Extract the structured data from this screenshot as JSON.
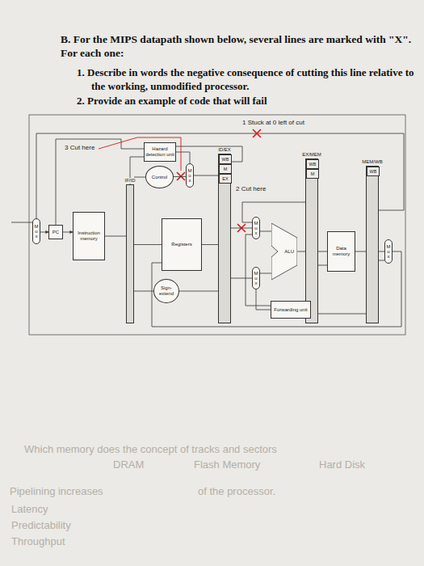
{
  "diagram": {
    "title": "B. For the MIPS datapath shown below, several lines are marked with \"X\". For each one:",
    "nodes": [
      {
        "text": [
          "Hazard detection unit"
        ]
      },
      {
        "text": [
          "Control"
        ]
      },
      {
        "text": [
          "ID/EX"
        ]
      },
      {
        "text": [
          "WB"
        ],
        "in": 2
      },
      {
        "text": [
          "M"
        ],
        "in": 2
      },
      {
        "text": [
          "EX"
        ],
        "in": 2
      },
      {
        "text": [
          "EX/MEM"
        ]
      },
      {
        "text": [
          "WB"
        ],
        "in": 6
      },
      {
        "text": [
          "M"
        ],
        "in": 6
      },
      {
        "text": [
          "MEM/WB"
        ]
      },
      {
        "text": [
          "WB"
        ],
        "in": 9
      },
      {
        "text": [
          "IF/ID"
        ]
      },
      {
        "text": [
          "M u x"
        ]
      },
      {
        "text": [
          "PC"
        ]
      },
      {
        "text": [
          "Instruction memory"
        ]
      },
      {
        "text": [
          "Registers"
        ]
      },
      {
        "text": [
          "Sign-extend"
        ]
      },
      {
        "text": [
          "M u x"
        ]
      },
      {
        "text": [
          "M u x"
        ]
      },
      {
        "text": [
          "M u x"
        ]
      },
      {
        "text": [
          "ALU"
        ]
      },
      {
        "text": [
          "Forwarding unit"
        ]
      },
      {
        "text": [
          "Data memory"
        ]
      },
      {
        "text": [
          "M u x"
        ]
      }
    ],
    "edges": [
      {
        "from": 12,
        "to": 13,
        "arrow": "to"
      },
      {
        "from": 13,
        "to": 14,
        "arrow": "to"
      },
      {
        "from": 14,
        "to": 11,
        "arrow": "none"
      },
      {
        "from": 11,
        "to": 15,
        "arrow": "none"
      },
      {
        "from": 11,
        "to": 16,
        "arrow": "none"
      },
      {
        "from": 1,
        "to": 17,
        "arrow": "none"
      },
      {
        "from": 17,
        "to": 2,
        "arrow": "none"
      },
      {
        "from": 15,
        "to": 2,
        "arrow": "none"
      },
      {
        "from": 16,
        "to": 2,
        "arrow": "none"
      },
      {
        "from": 2,
        "to": 18,
        "arrow": "none"
      },
      {
        "from": 2,
        "to": 19,
        "arrow": "none"
      },
      {
        "from": 18,
        "to": 20,
        "arrow": "none"
      },
      {
        "from": 19,
        "to": 20,
        "arrow": "none"
      },
      {
        "from": 20,
        "to": 6,
        "arrow": "none"
      },
      {
        "from": 6,
        "to": 22,
        "arrow": "none"
      },
      {
        "from": 22,
        "to": 9,
        "arrow": "none"
      },
      {
        "from": 9,
        "to": 23,
        "arrow": "none"
      },
      {
        "from": 21,
        "to": 19,
        "arrow": "none"
      }
    ],
    "labels": [
      "1. Describe in words the negative consequence of cutting this line relative to the working, unmodified processor.",
      "2. Provide an example of code that will fail",
      "1 Stuck at 0 left of cut",
      "3 Cut here",
      "2 Cut here",
      "Which memory does the concept of tracks and sectors",
      "DRAM",
      "Flash Memory",
      "Hard Disk",
      "Pipelining increases",
      "of the processor.",
      "Latency",
      "Predictability",
      "Throughput"
    ]
  }
}
